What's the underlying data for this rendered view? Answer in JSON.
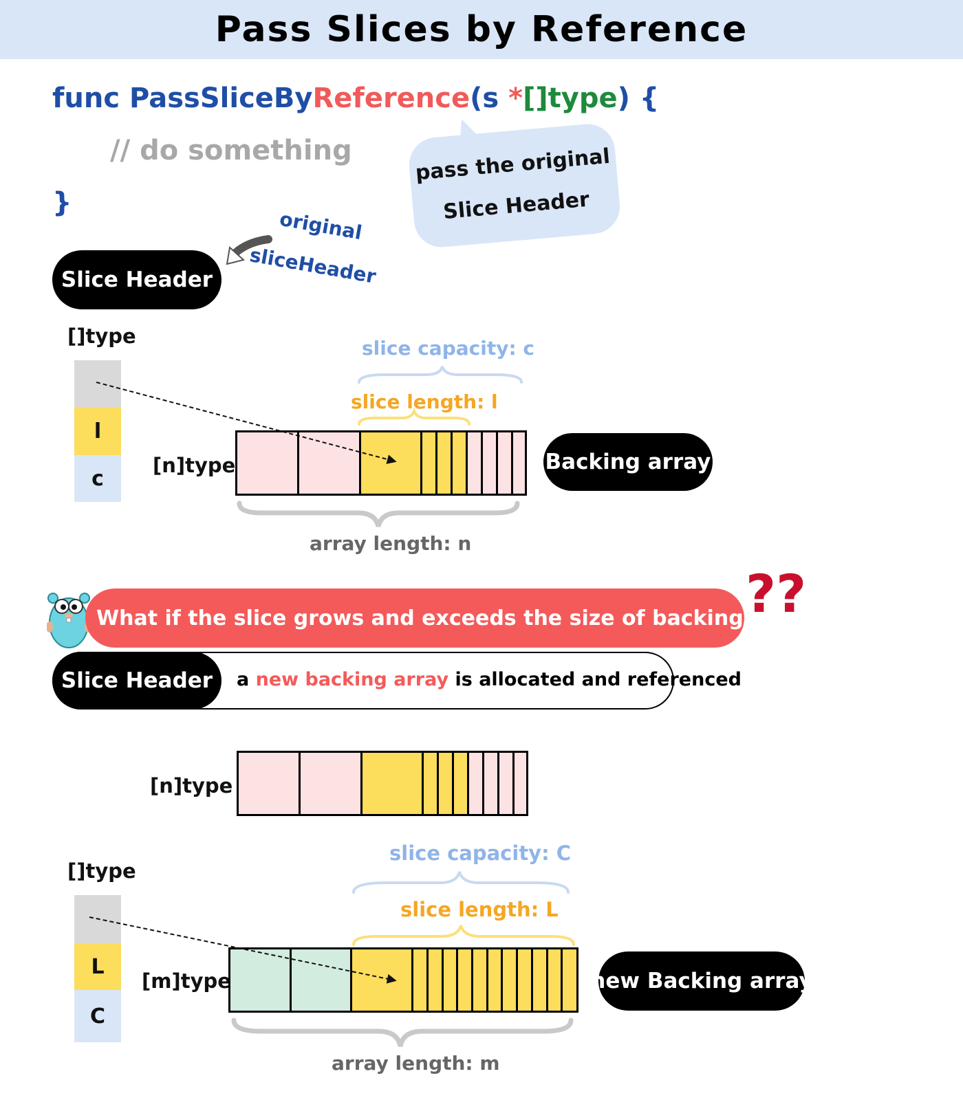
{
  "title": "Pass Slices by Reference",
  "code": {
    "func_kw": "func ",
    "func_name_a": "PassSliceBy",
    "func_name_b": "Reference",
    "open_paren": "(s ",
    "star": "*",
    "type": "[]type",
    "close": ") {",
    "comment": "// do something",
    "close_brace": "}"
  },
  "bubble": {
    "line1": "pass the original",
    "line2": "Slice Header"
  },
  "annotation": {
    "line1": "original",
    "line2": "sliceHeader"
  },
  "top": {
    "slice_header_label": "Slice Header",
    "slice_type_label": "[]type",
    "header_cells": [
      "",
      "l",
      "c"
    ],
    "array_type_label": "[n]type",
    "capacity_label": "slice capacity: c",
    "length_label": "slice length: l",
    "array_length_label": "array length: n",
    "backing_label": "Backing array"
  },
  "question": {
    "text": "What if the slice grows and exceeds the size of backing array ?",
    "marks": "??"
  },
  "middle": {
    "slice_header_label": "Slice Header",
    "note_a": "a ",
    "note_highlight": "new backing array",
    "note_b": " is allocated and referenced",
    "array_type_label": "[n]type"
  },
  "bottom": {
    "slice_type_label": "[]type",
    "header_cells": [
      "",
      "L",
      "C"
    ],
    "array_type_label": "[m]type",
    "capacity_label": "slice capacity: C",
    "length_label": "slice length: L",
    "array_length_label": "array length: m",
    "backing_label": "new Backing array"
  },
  "colors": {
    "banner": "#d9e6f7",
    "pink": "#fde2e4",
    "yellow": "#fddd5c",
    "mint": "#d2ecdf",
    "gray_cell": "#d9d9d9",
    "blue_cell": "#d9e6f7",
    "question_red": "#f45a5a",
    "capacity_blue": "#8fb4e8",
    "length_orange": "#f5a623",
    "brace_gray": "#c9c9c9"
  },
  "icons": [
    "gopher-mascot-icon",
    "question-marks-icon",
    "curved-arrow-icon"
  ]
}
